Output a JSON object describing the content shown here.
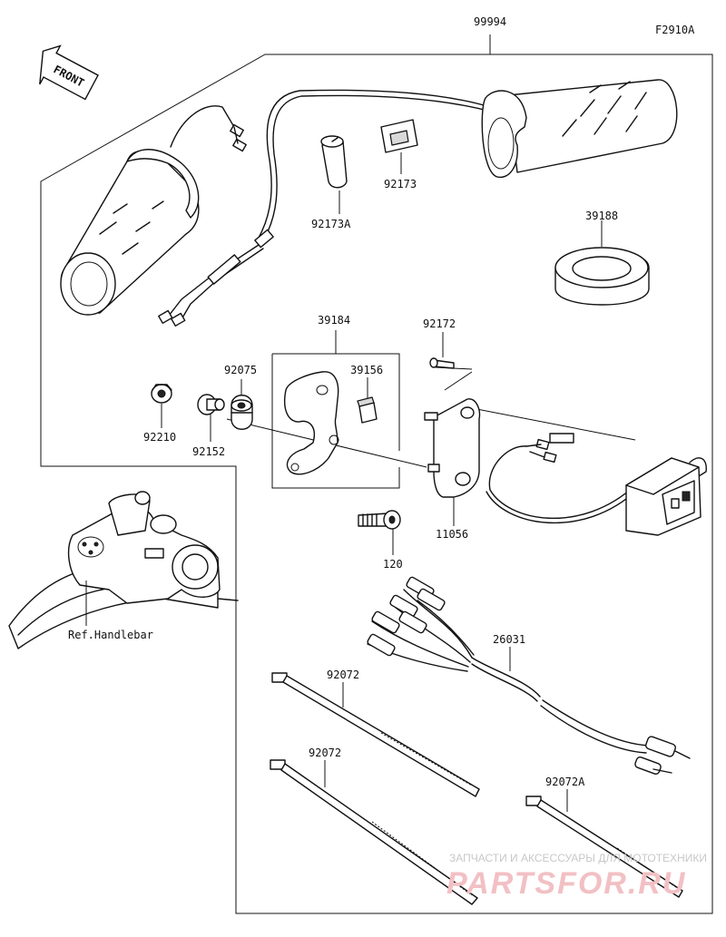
{
  "figure_code": "F2910A",
  "front_label": "FRONT",
  "parts": {
    "kit": "99994",
    "grip_sleeve": "92173A",
    "pad": "92173",
    "ring": "39188",
    "bracket": "39184",
    "screw_small": "92172",
    "nut": "92210",
    "collar": "92152",
    "damper": "92075",
    "rubber": "39156",
    "switch_bracket": "11056",
    "bolt": "120",
    "harness": "26031",
    "band_1": "92072",
    "band_2": "92072",
    "band_3": "92072A"
  },
  "ref_label": "Ref.Handlebar",
  "watermark": {
    "line1": "ЗАПЧАСТИ И АКСЕССУАРЫ ДЛЯ МОТОТЕХНИКИ",
    "line2": "PARTSFOR.RU"
  }
}
